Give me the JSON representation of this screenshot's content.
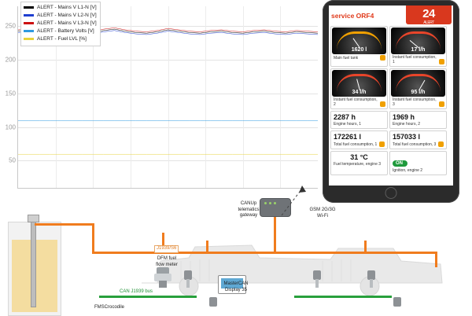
{
  "chart": {
    "legend": [
      {
        "label": "ALERT - Mains V L1-N [V]",
        "color": "#000000"
      },
      {
        "label": "ALERT - Mains V L2-N [V]",
        "color": "#1f3fd0"
      },
      {
        "label": "ALERT - Mains V L3-N [V]",
        "color": "#cc1111"
      },
      {
        "label": "ALERT - Battery Volts [V]",
        "color": "#2f9ae0"
      },
      {
        "label": "ALERT - Fuel LVL [%]",
        "color": "#e8d33a"
      }
    ],
    "y_ticks": [
      "250",
      "200",
      "150",
      "100",
      "50"
    ]
  },
  "chart_data": {
    "type": "line",
    "title": "",
    "xlabel": "",
    "ylabel": "",
    "ylim": [
      0,
      270
    ],
    "grid": true,
    "legend_position": "top-left",
    "x": [
      0,
      1,
      2,
      3,
      4,
      5,
      6,
      7,
      8,
      9,
      10,
      11,
      12,
      13,
      14,
      15,
      16,
      17,
      18,
      19,
      20,
      21,
      22,
      23,
      24,
      25,
      26,
      27,
      28
    ],
    "series": [
      {
        "name": "ALERT - Mains V L1-N [V]",
        "color": "#000000",
        "values": [
          233,
          234,
          236,
          238,
          235,
          233,
          232,
          231,
          234,
          236,
          233,
          231,
          230,
          232,
          235,
          233,
          231,
          230,
          232,
          233,
          231,
          230,
          232,
          233,
          231,
          230,
          232,
          231,
          230
        ]
      },
      {
        "name": "ALERT - Mains V L2-N [V]",
        "color": "#1f3fd0",
        "values": [
          231,
          232,
          234,
          236,
          233,
          231,
          230,
          229,
          232,
          234,
          231,
          229,
          228,
          230,
          233,
          231,
          229,
          228,
          230,
          231,
          229,
          228,
          230,
          231,
          229,
          228,
          230,
          229,
          228
        ]
      },
      {
        "name": "ALERT - Mains V L3-N [V]",
        "color": "#cc1111",
        "values": [
          235,
          236,
          238,
          240,
          237,
          235,
          234,
          233,
          236,
          238,
          235,
          233,
          232,
          234,
          237,
          235,
          233,
          232,
          234,
          235,
          233,
          232,
          234,
          235,
          233,
          232,
          234,
          233,
          232
        ]
      },
      {
        "name": "ALERT - Battery Volts [V]",
        "color": "#2f9ae0",
        "values": [
          100,
          100,
          100,
          100,
          100,
          100,
          100,
          100,
          100,
          100,
          100,
          100,
          100,
          100,
          100,
          100,
          100,
          100,
          100,
          100,
          100,
          100,
          100,
          100,
          100,
          100,
          100,
          100,
          100
        ]
      },
      {
        "name": "ALERT - Fuel LVL [%]",
        "color": "#e8d33a",
        "values": [
          50,
          50,
          50,
          50,
          50,
          50,
          50,
          50,
          50,
          50,
          50,
          50,
          50,
          50,
          50,
          50,
          50,
          50,
          50,
          50,
          50,
          50,
          50,
          50,
          50,
          50,
          50,
          50,
          50
        ]
      }
    ]
  },
  "tablet": {
    "service_title": "service ORF4",
    "alert_badge": {
      "value": "24",
      "caption": "ALERT"
    },
    "gauges": [
      {
        "value": "1620 l",
        "caption": "Main fuel tank",
        "badge": "warn"
      },
      {
        "value": "17 l/h",
        "caption": "Instant fuel consumption, 1",
        "badge": "warn"
      },
      {
        "value": "34 l/h",
        "caption": "Instant fuel consumption, 2",
        "badge": "warn"
      },
      {
        "value": "95 l/h",
        "caption": "Instant fuel consumption, 3",
        "badge": "warn"
      }
    ],
    "values": [
      {
        "big": "2287 h",
        "caption": "Engine hours, 1"
      },
      {
        "big": "1969 h",
        "caption": "Engine hours, 2"
      },
      {
        "big": "172261 l",
        "caption": "Total fuel consumption, 1"
      },
      {
        "big": "157033 l",
        "caption": "Total fuel consumption, 3"
      }
    ],
    "temperature": {
      "big": "31 °C",
      "caption": "Fuel temperature, engine 3"
    },
    "ignition": {
      "state": "ON",
      "caption": "Ignition, engine 2"
    }
  },
  "diagram": {
    "labels": {
      "gateway": "CANUp\ntelematics\ngateway",
      "connectivity": "GSM 2G/3G\nWi-Fi",
      "j1939_s6": "J1939/S6",
      "dfm": "DFM fuel\nflow meter",
      "mastercan": "MasterCAN\nDisplay 35",
      "can_bus": "CAN J1939 bus",
      "fms": "FMSCrocodile"
    },
    "colors": {
      "bus_orange": "#f07c1e",
      "bus_green": "#28a03c",
      "alert_red": "#d9381e",
      "tablet_frame": "#2b2b2b"
    }
  }
}
